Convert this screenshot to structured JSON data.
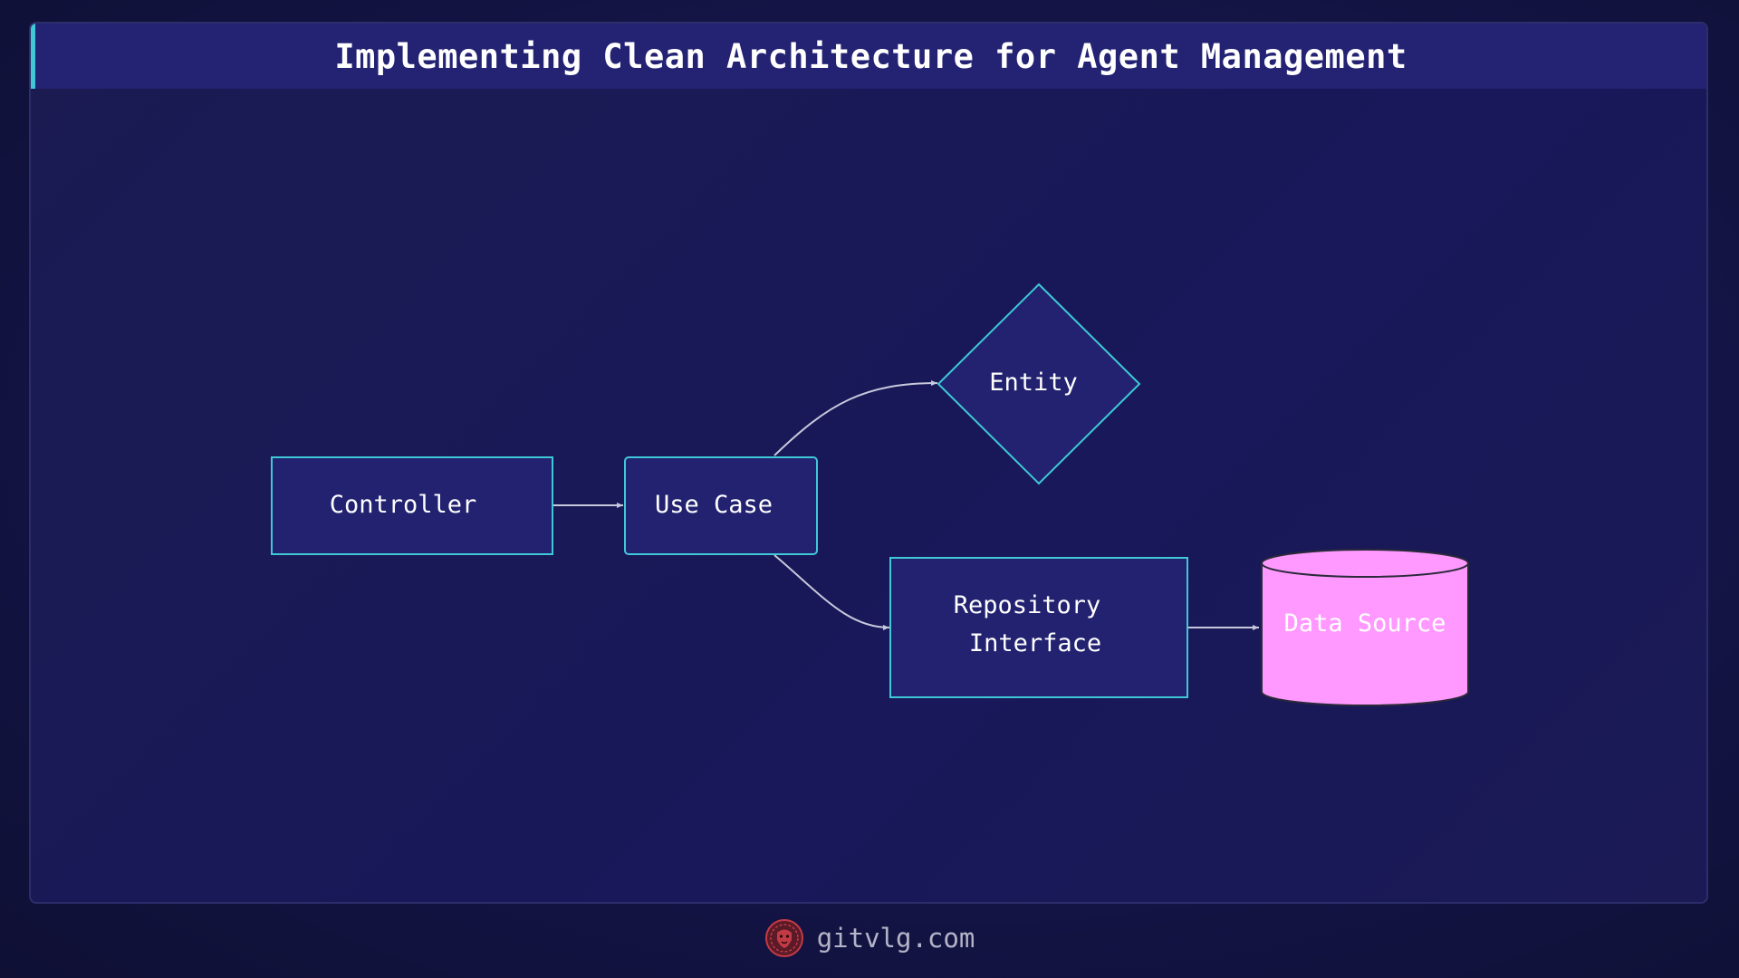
{
  "title": "Implementing Clean Architecture for Agent Management",
  "nodes": {
    "controller": {
      "label": "Controller",
      "shape": "rectangle"
    },
    "use_case": {
      "label": "Use Case",
      "shape": "rounded-rectangle"
    },
    "entity": {
      "label": "Entity",
      "shape": "diamond"
    },
    "repository": {
      "line1": "Repository",
      "line2": "Interface",
      "shape": "rectangle"
    },
    "data_source": {
      "label": "Data Source",
      "shape": "cylinder"
    }
  },
  "edges": [
    {
      "from": "controller",
      "to": "use_case"
    },
    {
      "from": "use_case",
      "to": "entity"
    },
    {
      "from": "use_case",
      "to": "repository"
    },
    {
      "from": "repository",
      "to": "data_source"
    }
  ],
  "colors": {
    "node_fill": "#222270",
    "node_stroke": "#3fc8d6",
    "cylinder_fill": "#ff99ff",
    "cylinder_stroke": "#2a2a3a",
    "edge": "#c8c8dc",
    "accent": "#3fc8d6"
  },
  "footer": {
    "logo_icon": "lion-head-icon",
    "text": "gitvlg.com"
  }
}
